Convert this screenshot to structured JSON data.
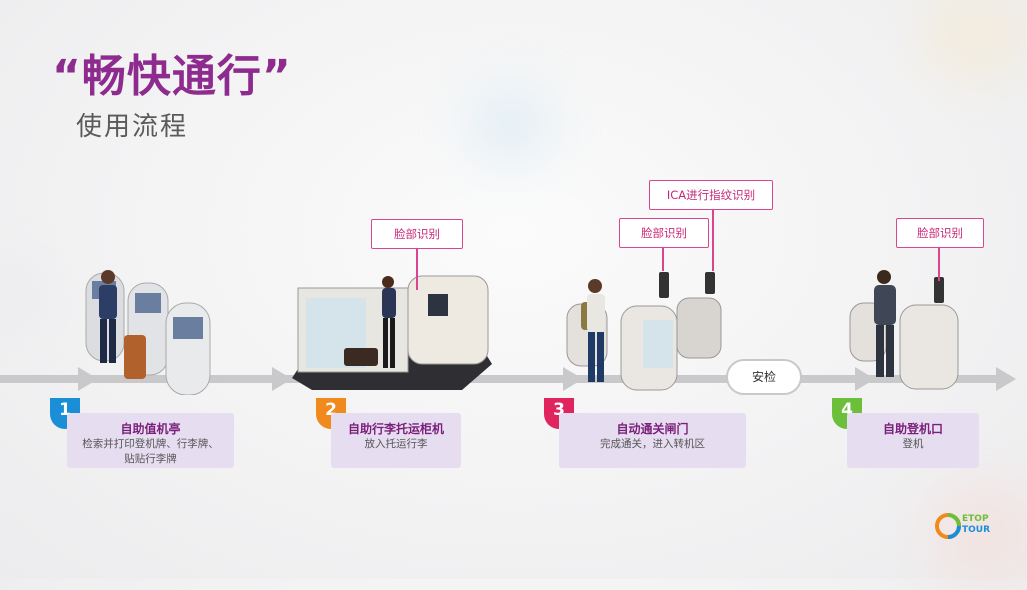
{
  "header": {
    "title": "“畅快通行”",
    "subtitle": "使用流程"
  },
  "callouts": {
    "face_step2": "脸部识别",
    "face_step3": "脸部识别",
    "ica_step3": "ICA进行指纹识别",
    "face_step4": "脸部识别"
  },
  "security_label": "安检",
  "steps": [
    {
      "number": "1",
      "title": "自助值机亭",
      "desc_line1": "检索并打印登机牌、行李牌、",
      "desc_line2": "贴贴行李牌",
      "color": "#1a8fd8"
    },
    {
      "number": "2",
      "title": "自助行李托运柜机",
      "desc_line1": "放入托运行李",
      "desc_line2": "",
      "color": "#f08a1c"
    },
    {
      "number": "3",
      "title": "自动通关闸门",
      "desc_line1": "完成通关，进入转机区",
      "desc_line2": "",
      "color": "#e0245e"
    },
    {
      "number": "4",
      "title": "自助登机口",
      "desc_line1": "登机",
      "desc_line2": "",
      "color": "#6cbf3a"
    }
  ],
  "logo": {
    "line1": "ETOP",
    "line2": "TOUR"
  },
  "colors": {
    "title": "#8e2b8e",
    "callout": "#d9468f",
    "card": "#e6def0",
    "track": "#c9c9cc"
  }
}
